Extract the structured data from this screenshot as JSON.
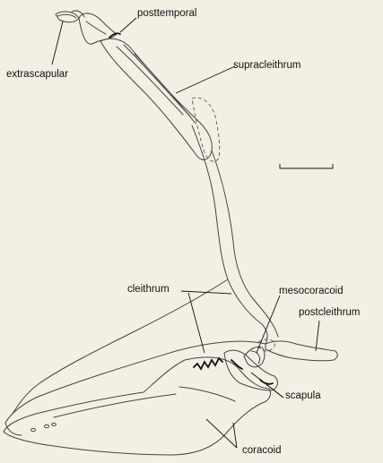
{
  "labels": {
    "posttemporal": "posttemporal",
    "extrascapular": "extrascapular",
    "supracleithrum": "supracleithrum",
    "mesocoracoid": "mesocoracoid",
    "cleithrum": "cleithrum",
    "postcleithrum": "postcleithrum",
    "scapula": "scapula",
    "coracoid": "coracoid"
  }
}
